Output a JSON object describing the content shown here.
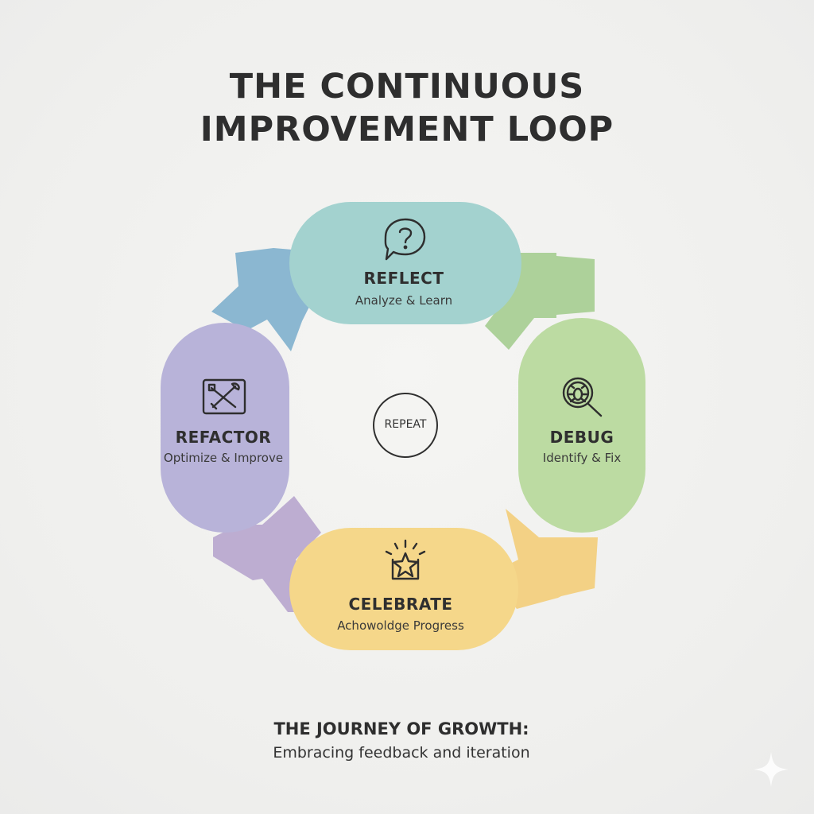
{
  "title": {
    "line1": "THE CONTINUOUS",
    "line2": "IMPROVEMENT LOOP"
  },
  "stages": [
    {
      "name": "REFLECT",
      "description": "Analyze & Learn",
      "icon": "question-bubble-icon",
      "color": "#a3d2cf"
    },
    {
      "name": "DEBUG",
      "description": "Identify & Fix",
      "icon": "bug-magnifier-icon",
      "color": "#bcdba2"
    },
    {
      "name": "CELEBRATE",
      "description": "Achowoldge Progress",
      "icon": "star-trophy-icon",
      "color": "#f5d78a"
    },
    {
      "name": "REFACTOR",
      "description": "Optimize & Improve",
      "icon": "tools-icon",
      "color": "#b8b3d9"
    }
  ],
  "center": {
    "label": "REPEAT"
  },
  "arrows": {
    "reflect_to_debug": "#a9cf95",
    "debug_to_celebrate": "#f2cf7e",
    "celebrate_to_refactor": "#b9a9cf",
    "refactor_to_reflect": "#85b3cf"
  },
  "footer": {
    "title": "THE JOURNEY OF GROWTH:",
    "subtitle": "Embracing feedback and iteration"
  }
}
